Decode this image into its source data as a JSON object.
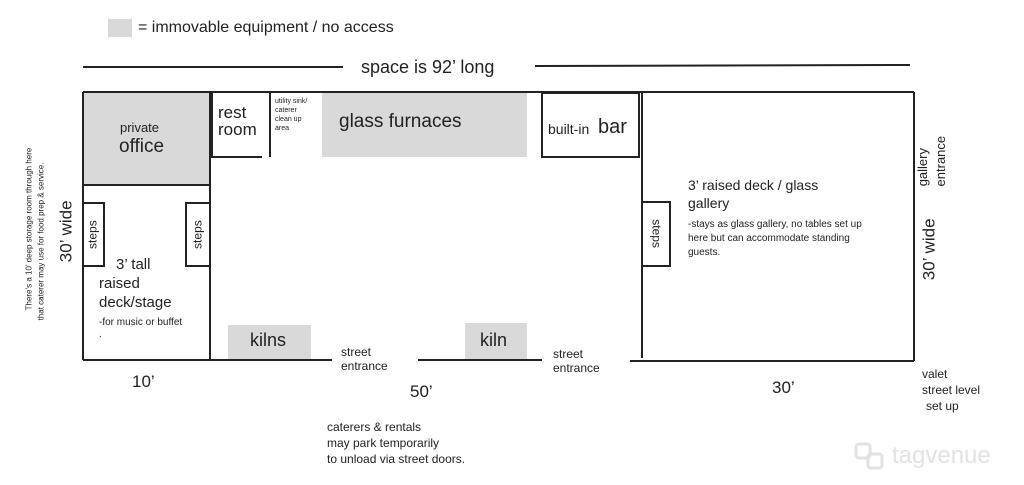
{
  "legend": {
    "label": "= immovable equipment / no access",
    "swatch_color": "#d9d9d9"
  },
  "dimensions": {
    "length": "space is 92’ long",
    "width_left": "30’ wide",
    "width_right": "30’ wide",
    "seg_left": "10’",
    "seg_mid": "50’",
    "seg_right": "30’"
  },
  "side_note": [
    "There’s a 10’ deep storage room through here",
    "that caterer may use for food prep & service."
  ],
  "rooms": {
    "office": [
      "private",
      "office"
    ],
    "restroom": [
      "rest",
      "room"
    ],
    "utility": [
      "utility sink/",
      "caterer",
      "clean up",
      "area"
    ],
    "furnaces": "glass furnaces",
    "bar_small": "built-in",
    "bar_big": "bar",
    "kilns": "kilns",
    "kiln": "kiln"
  },
  "stage": {
    "title": [
      "3’ tall",
      "raised",
      "deck/stage"
    ],
    "note": "-for music or buffet",
    "dot": "."
  },
  "gallery": {
    "title": [
      "3’ raised deck / glass",
      "gallery"
    ],
    "note": [
      "-stays as glass gallery, no tables set up",
      "here but can accommodate standing",
      "guests."
    ]
  },
  "steps": {
    "left": "steps",
    "mid": "steps",
    "right": "steps"
  },
  "entrances": {
    "street_1": [
      "street",
      "entrance"
    ],
    "street_2": [
      "street",
      "entrance"
    ],
    "gallery": [
      "gallery",
      "entrance"
    ]
  },
  "valet": [
    "valet",
    "street level",
    "set up"
  ],
  "caterers": [
    "caterers & rentals",
    "may park temporarily",
    "to unload via street doors."
  ],
  "watermark": "tagvenue",
  "colors": {
    "line": "#222222",
    "fill": "#d9d9d9",
    "watermark": "#e2e2e2"
  }
}
